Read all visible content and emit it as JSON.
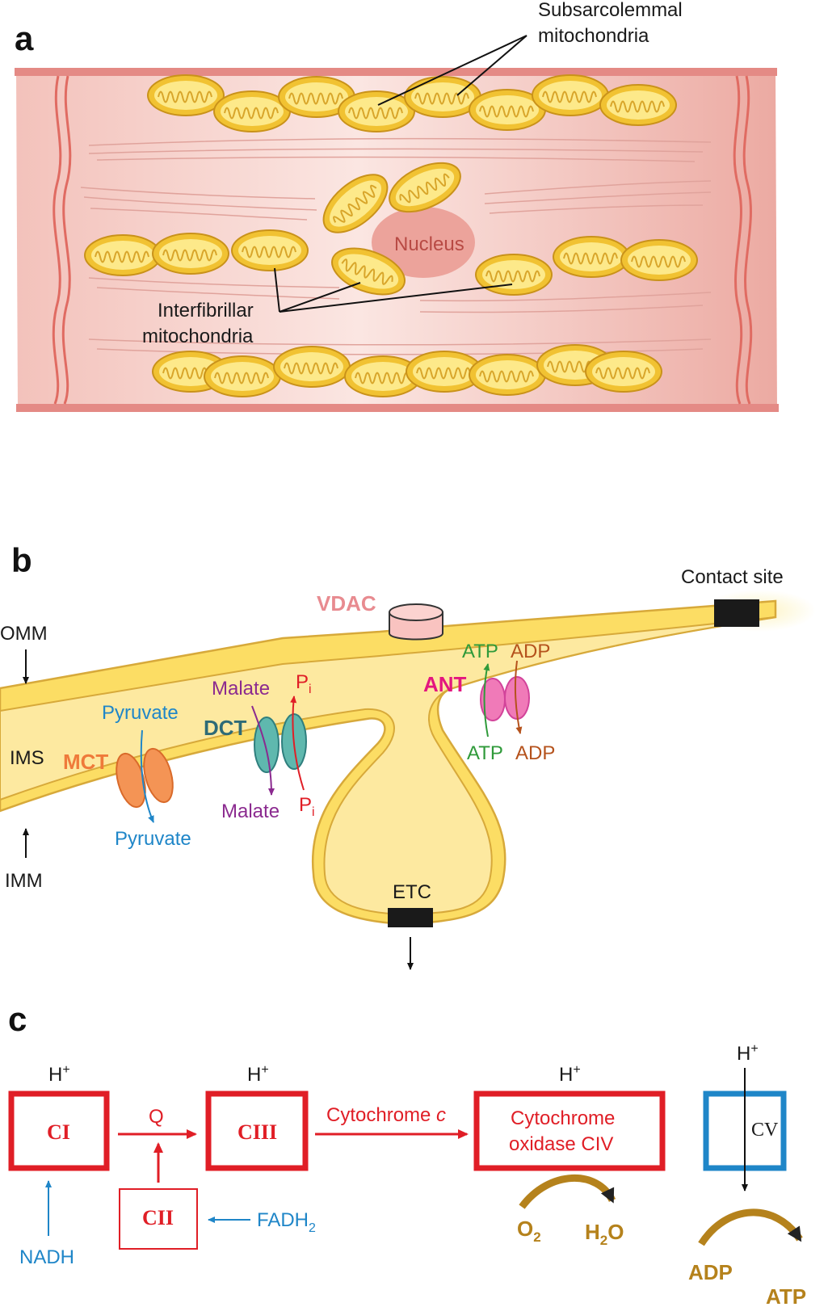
{
  "panel_a": {
    "letter": "a",
    "labels": {
      "subsarcolemmal_line1": "Subsarcolemmal",
      "subsarcolemmal_line2": "mitochondria",
      "nucleus": "Nucleus",
      "interfibrillar_line1": "Interfibrillar",
      "interfibrillar_line2": "mitochondria"
    }
  },
  "panel_b": {
    "letter": "b",
    "labels": {
      "contact_site": "Contact site",
      "vdac": "VDAC",
      "omm": "OMM",
      "ims": "IMS",
      "imm": "IMM",
      "mct": "MCT",
      "dct": "DCT",
      "ant": "ANT",
      "pyruvate_top": "Pyruvate",
      "pyruvate_bottom": "Pyruvate",
      "malate_top": "Malate",
      "malate_bottom": "Malate",
      "pi_top": "P",
      "pi_top_sub": "i",
      "pi_bottom": "P",
      "pi_bottom_sub": "i",
      "atp_top": "ATP",
      "atp_bottom": "ATP",
      "adp_top": "ADP",
      "adp_bottom": "ADP",
      "etc": "ETC"
    }
  },
  "panel_c": {
    "letter": "c",
    "complexes": {
      "ci": "CI",
      "cii": "CII",
      "ciii": "CIII",
      "civ_line1": "Cytochrome",
      "civ_line2": "oxidase CIV",
      "cv": "CV"
    },
    "labels": {
      "h_plus": "H",
      "h_plus_sup": "+",
      "q": "Q",
      "cytochrome_c": "Cytochrome ",
      "cytochrome_c_italic": "c",
      "nadh": "NADH",
      "fadh2": "FADH",
      "fadh2_sub": "2",
      "o2": "O",
      "o2_sub": "2",
      "h2o_h": "H",
      "h2o_sub": "2",
      "h2o_o": "O",
      "adp": "ADP",
      "atp": "ATP"
    },
    "colors": {
      "complex_red": "#e01e26",
      "complex_v_blue": "#1f86c8",
      "reaction_gold": "#b5821c"
    }
  }
}
